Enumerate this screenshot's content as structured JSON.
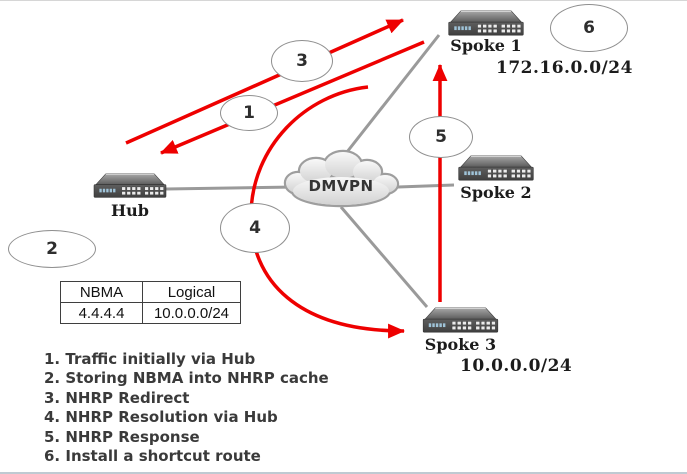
{
  "cloud": {
    "label": "DMVPN"
  },
  "nodes": {
    "hub": {
      "label": "Hub"
    },
    "spoke1": {
      "label": "Spoke 1",
      "subnet": "172.16.0.0/24"
    },
    "spoke2": {
      "label": "Spoke 2"
    },
    "spoke3": {
      "label": "Spoke 3",
      "subnet": "10.0.0.0/24"
    }
  },
  "steps": [
    "1",
    "2",
    "3",
    "4",
    "5",
    "6"
  ],
  "nhrp_table": {
    "headers": [
      "NBMA",
      "Logical"
    ],
    "rows": [
      [
        "4.4.4.4",
        "10.0.0.0/24"
      ]
    ]
  },
  "legend": [
    "1. Traffic initially via Hub",
    "2. Storing NBMA into NHRP cache",
    "3. NHRP Redirect",
    "4. NHRP Resolution via Hub",
    "5. NHRP Response",
    "6. Install a shortcut route"
  ],
  "colors": {
    "arrow_red": "#ee0000",
    "link_gray": "#9a9a9a"
  }
}
